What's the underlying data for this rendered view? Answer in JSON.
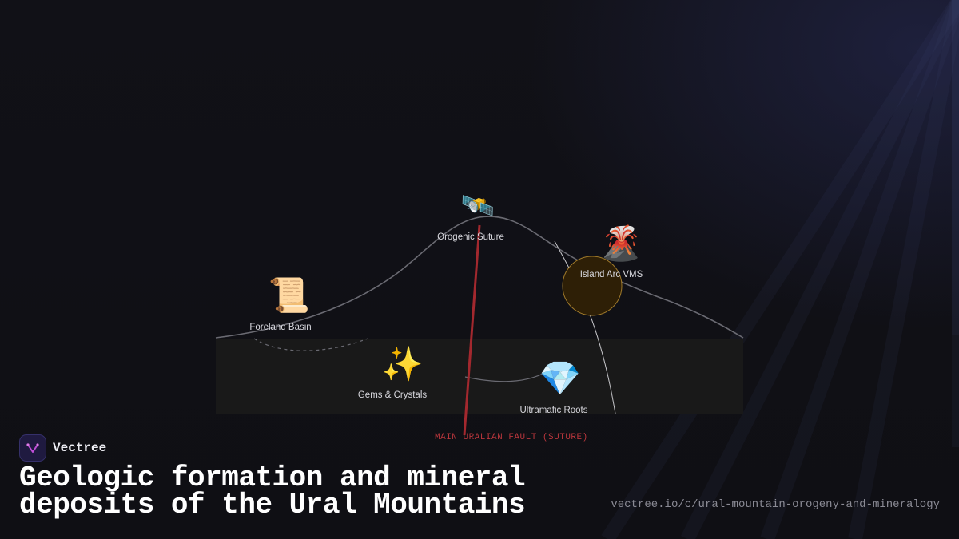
{
  "diagram": {
    "nodes": [
      {
        "id": "foreland-basin",
        "label": "Foreland Basin",
        "icon": "scroll-icon",
        "glyph": "📜"
      },
      {
        "id": "orogenic-suture",
        "label": "Orogenic Suture",
        "icon": "satellite-icon",
        "glyph": "🛰️"
      },
      {
        "id": "island-arc-vms",
        "label": "Island Arc VMS",
        "icon": "volcano-icon",
        "glyph": "🌋"
      },
      {
        "id": "gems-crystals",
        "label": "Gems & Crystals",
        "icon": "sparkles-icon",
        "glyph": "✨"
      },
      {
        "id": "ultramafic-roots",
        "label": "Ultramafic Roots",
        "icon": "gem-icon",
        "glyph": "💎"
      }
    ],
    "fault_label": "MAIN URALIAN FAULT (SUTURE)",
    "colors": {
      "fault": "#a3282e",
      "profile": "#6a6a72",
      "crust_band": "#191919",
      "arc_fill": "#2e1f06",
      "arc_stroke": "#a07a2a"
    }
  },
  "footer": {
    "brand_name": "Vectree",
    "brand_icon": "vectree-logo-icon",
    "title": "Geologic formation and mineral deposits of the Ural Mountains",
    "url": "vectree.io/c/ural-mountain-orogeny-and-mineralogy"
  }
}
